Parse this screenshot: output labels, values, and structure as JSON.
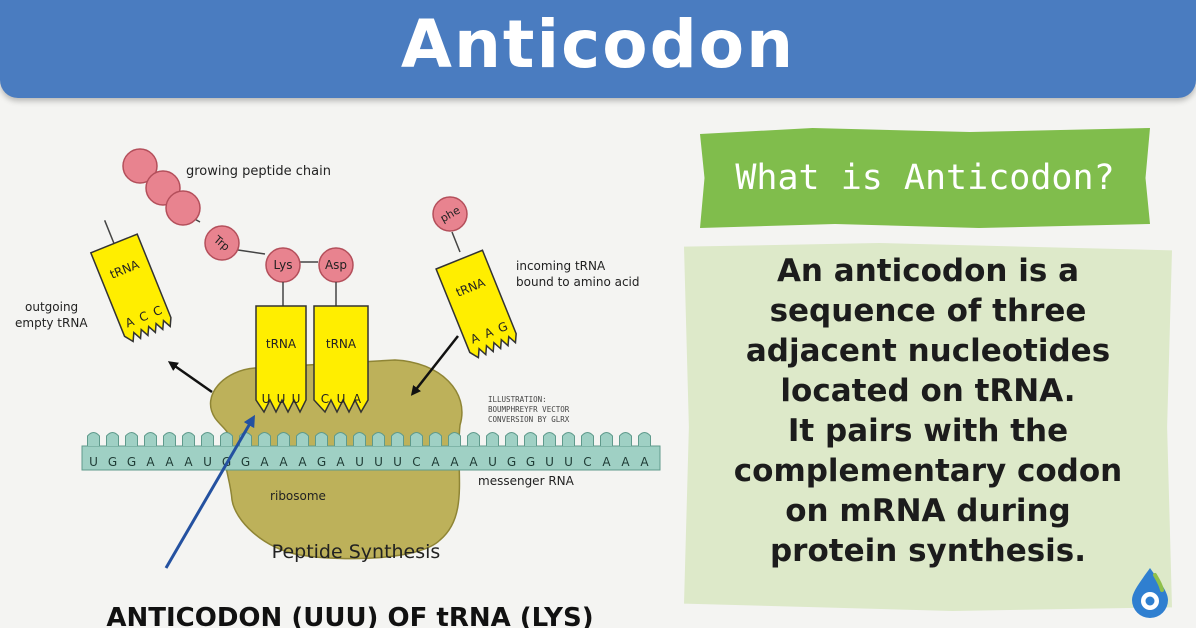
{
  "page": {
    "title": "Anticodon"
  },
  "diagram": {
    "labels": {
      "growing_chain": "growing peptide chain",
      "incoming_1": "incoming tRNA",
      "incoming_2": "bound to amino acid",
      "outgoing_1": "outgoing",
      "outgoing_2": "empty tRNA",
      "credit_1": "ILLUSTRATION:",
      "credit_2": "BOUMPHREYFR VECTOR",
      "credit_3": "CONVERSION BY GLRX",
      "ribosome": "ribosome",
      "mrna": "messenger RNA",
      "peptide_synthesis": "Peptide Synthesis",
      "caption": "ANTICODON (UUU) OF tRNA (LYS)"
    },
    "amino_acids": {
      "trp": "Trp",
      "lys": "Lys",
      "asp": "Asp",
      "phe": "phe"
    },
    "trna": {
      "label": "tRNA",
      "outgoing_bases": [
        "A",
        "C",
        "C"
      ],
      "incoming_bases": [
        "A",
        "A",
        "G"
      ],
      "trna1_bases": [
        "U",
        "U",
        "U"
      ],
      "trna2_bases": [
        "C",
        "U",
        "A"
      ]
    },
    "mrna_sequence": [
      "U",
      "G",
      "G",
      "A",
      "A",
      "A",
      "U",
      "G",
      "G",
      "A",
      "A",
      "A",
      "G",
      "A",
      "U",
      "U",
      "U",
      "C",
      "A",
      "A",
      "A",
      "U",
      "G",
      "G",
      "U",
      "U",
      "C",
      "A",
      "A",
      "A"
    ],
    "colors": {
      "trna": "#ffee00",
      "amino": "#e8838f",
      "ribosome": "#bdb15a",
      "mrna": "#9fd0c4"
    }
  },
  "info": {
    "question": "What is Anticodon?",
    "definition_lines": [
      "An anticodon is a",
      "sequence of three",
      "adjacent nucleotides",
      "located on tRNA.",
      "It pairs with the",
      "complementary codon",
      "on mRNA during",
      "protein synthesis."
    ]
  },
  "colors": {
    "header": "#4a7cc0",
    "banner": "#80bd4c",
    "panel": "#dde9c9"
  },
  "logo": {
    "icon": "droplet-logo-icon"
  }
}
